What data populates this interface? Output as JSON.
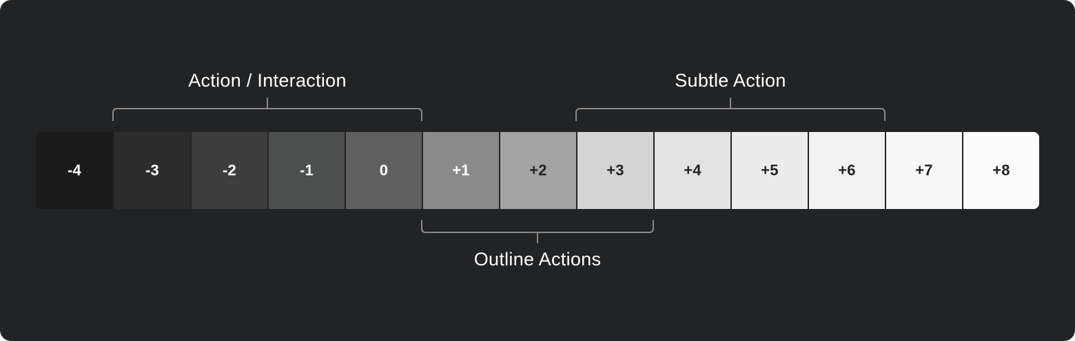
{
  "scale": {
    "steps": [
      {
        "label": "-4",
        "bg": "#1b1b1b",
        "fg": "#ffffff"
      },
      {
        "label": "-3",
        "bg": "#2c2c2c",
        "fg": "#ffffff"
      },
      {
        "label": "-2",
        "bg": "#3e3e3f",
        "fg": "#ffffff"
      },
      {
        "label": "-1",
        "bg": "#4d504f",
        "fg": "#ffffff"
      },
      {
        "label": "0",
        "bg": "#5f5f5f",
        "fg": "#ffffff"
      },
      {
        "label": "+1",
        "bg": "#8a8a8a",
        "fg": "#ffffff"
      },
      {
        "label": "+2",
        "bg": "#a4a4a4",
        "fg": "#222222"
      },
      {
        "label": "+3",
        "bg": "#d4d4d4",
        "fg": "#222222"
      },
      {
        "label": "+4",
        "bg": "#e3e3e3",
        "fg": "#222222"
      },
      {
        "label": "+5",
        "bg": "#ececec",
        "fg": "#222222"
      },
      {
        "label": "+6",
        "bg": "#f2f2f2",
        "fg": "#222222"
      },
      {
        "label": "+7",
        "bg": "#f8f8f8",
        "fg": "#222222"
      },
      {
        "label": "+8",
        "bg": "#fcfcfc",
        "fg": "#222222"
      }
    ]
  },
  "groups": {
    "action_interaction": {
      "label": "Action / Interaction",
      "from": "-3",
      "to": "0"
    },
    "subtle_action": {
      "label": "Subtle Action",
      "from": "+3",
      "to": "+6"
    },
    "outline_actions": {
      "label": "Outline Actions",
      "from": "+1",
      "to": "+3"
    }
  },
  "colors": {
    "background": "#222325",
    "bracket": "#8a8a8a",
    "label": "#ffffff"
  }
}
